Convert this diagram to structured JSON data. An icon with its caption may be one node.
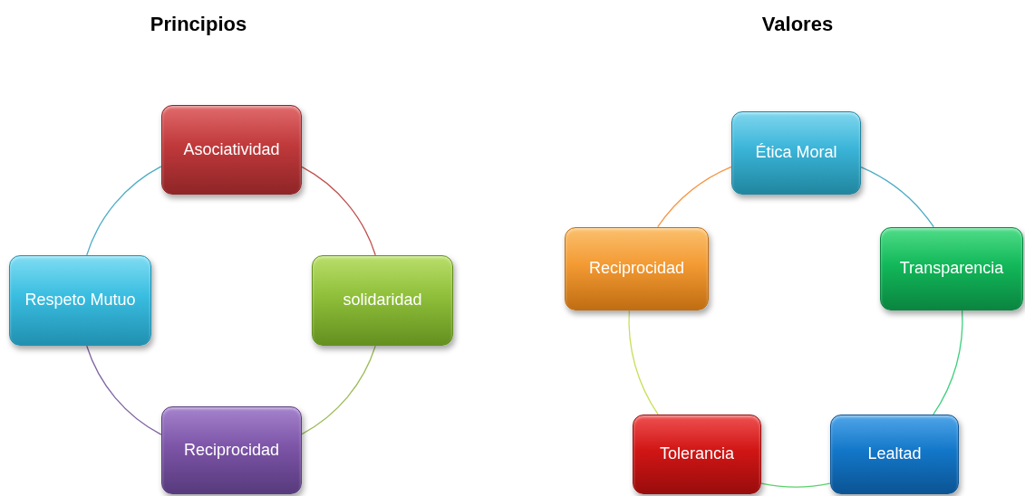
{
  "diagram": {
    "nodes": [
      {
        "text": [
          "Asociatividad"
        ]
      },
      {
        "text": [
          "Respeto Mutuo"
        ]
      },
      {
        "text": [
          "solidaridad"
        ]
      },
      {
        "text": [
          "Reciprocidad"
        ]
      },
      {
        "text": [
          "Ética Moral"
        ]
      },
      {
        "text": [
          "Reciprocidad"
        ]
      },
      {
        "text": [
          "Transparencia"
        ]
      },
      {
        "text": [
          "Tolerancia"
        ]
      },
      {
        "text": [
          "Lealtad"
        ]
      }
    ],
    "edges": [
      {
        "from": 0,
        "to": 2,
        "arrow": "none",
        "color": "#c0504d"
      },
      {
        "from": 2,
        "to": 3,
        "arrow": "none",
        "color": "#9bbb59"
      },
      {
        "from": 3,
        "to": 1,
        "arrow": "none",
        "color": "#8064a2"
      },
      {
        "from": 1,
        "to": 0,
        "arrow": "none",
        "color": "#4bacc6"
      },
      {
        "from": 4,
        "to": 6,
        "arrow": "none",
        "color": "#4bacc6"
      },
      {
        "from": 6,
        "to": 8,
        "arrow": "none",
        "color": "#3fd07e"
      },
      {
        "from": 8,
        "to": 7,
        "arrow": "none",
        "color": "#5ad16a"
      },
      {
        "from": 7,
        "to": 5,
        "arrow": "none",
        "color": "#c8e05a"
      },
      {
        "from": 5,
        "to": 4,
        "arrow": "none",
        "color": "#f79646"
      }
    ],
    "labels": [
      "Principios",
      "Valores"
    ]
  }
}
